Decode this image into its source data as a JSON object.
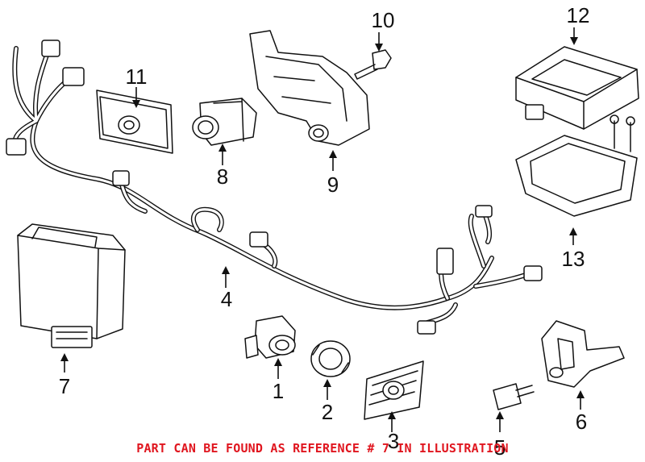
{
  "callouts": {
    "c1": "1",
    "c2": "2",
    "c3": "3",
    "c4": "4",
    "c5": "5",
    "c6": "6",
    "c7": "7",
    "c8": "8",
    "c9": "9",
    "c10": "10",
    "c11": "11",
    "c12": "12",
    "c13": "13"
  },
  "caption": "PART CAN BE FOUND AS REFERENCE # 7 IN ILLUSTRATION",
  "colors": {
    "caption": "#e0161f",
    "line": "#111111"
  }
}
